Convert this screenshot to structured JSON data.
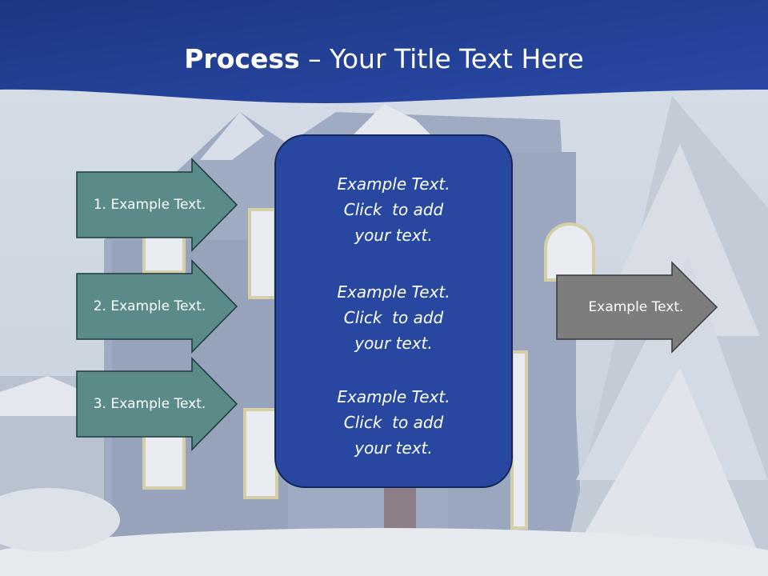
{
  "slide": {
    "title_bold": "Process",
    "title_rest": " – Your Title Text Here"
  },
  "left_arrows": [
    {
      "label": "1. Example Text."
    },
    {
      "label": "2. Example Text."
    },
    {
      "label": "3. Example Text."
    }
  ],
  "center_box": {
    "blocks": [
      {
        "lines": [
          "Example Text.",
          "Click  to add",
          "your text."
        ]
      },
      {
        "lines": [
          "Example Text.",
          "Click  to add",
          "your text."
        ]
      },
      {
        "lines": [
          "Example Text.",
          "Click  to add",
          "your text."
        ]
      }
    ]
  },
  "right_arrow": {
    "label": "Example Text."
  },
  "colors": {
    "banner": "#23409a",
    "left_arrow_fill": "#5b8b89",
    "center_box_fill": "#2747a0",
    "right_arrow_fill": "#7d7d7d"
  }
}
